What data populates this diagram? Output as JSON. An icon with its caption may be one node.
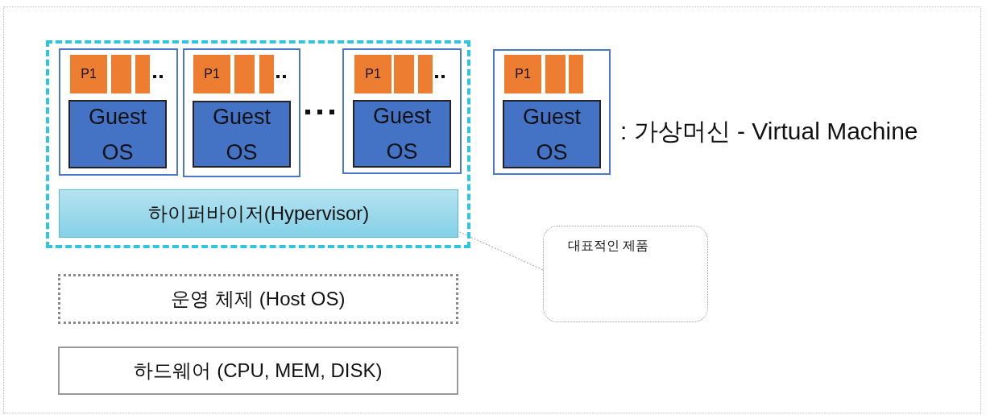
{
  "diagram": {
    "nodes": [
      {
        "text": [],
        "shape": "box"
      },
      {
        "text": [],
        "shape": "box",
        "in": 0
      },
      {
        "text": [
          "P1"
        ],
        "in": 1
      },
      {
        "text": [],
        "shape": "bar",
        "in": 1
      },
      {
        "text": [],
        "shape": "bar",
        "in": 1
      },
      {
        "text": [
          "Guest OS"
        ],
        "in": 1
      },
      {
        "text": [],
        "shape": "box",
        "in": 0
      },
      {
        "text": [
          "P1"
        ],
        "in": 6
      },
      {
        "text": [],
        "shape": "bar",
        "in": 6
      },
      {
        "text": [],
        "shape": "bar",
        "in": 6
      },
      {
        "text": [
          "Guest OS"
        ],
        "in": 6
      },
      {
        "text": [],
        "shape": "box",
        "in": 0
      },
      {
        "text": [
          "P1"
        ],
        "in": 11
      },
      {
        "text": [],
        "shape": "bar",
        "in": 11
      },
      {
        "text": [],
        "shape": "bar",
        "in": 11
      },
      {
        "text": [
          "Guest OS"
        ],
        "in": 11
      },
      {
        "text": [
          "하이퍼바이저(Hypervisor)"
        ],
        "in": 0
      },
      {
        "text": [],
        "shape": "box",
        "beside": [
          ": 가상머신  -  Virtual Machine"
        ]
      },
      {
        "text": [
          "P1"
        ],
        "in": 17
      },
      {
        "text": [],
        "shape": "bar",
        "in": 17
      },
      {
        "text": [],
        "shape": "bar",
        "in": 17
      },
      {
        "text": [
          "Guest OS"
        ],
        "in": 17
      },
      {
        "text": [
          "운영 체제 (Host OS)"
        ]
      },
      {
        "text": [
          "하드웨어 (CPU, MEM, DISK)"
        ]
      },
      {
        "text": [
          "대표적인 제품"
        ]
      }
    ],
    "edges": [
      {
        "from": 24,
        "to": 16,
        "arrow": "none"
      }
    ]
  }
}
